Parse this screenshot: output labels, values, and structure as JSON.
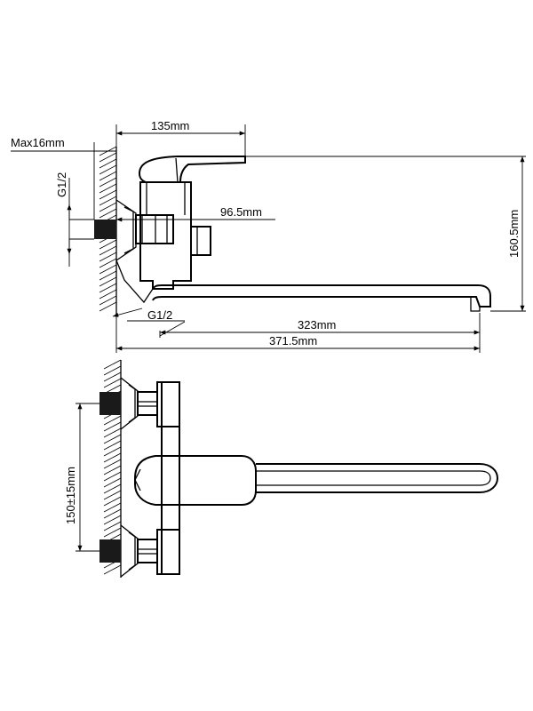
{
  "dimensions": {
    "width_135": "135mm",
    "max_16": "Max16mm",
    "g12_left": "G1/2",
    "g12_bottom": "G1/2",
    "d_96_5": "96.5mm",
    "d_160_5": "160.5mm",
    "d_323": "323mm",
    "d_371_5": "371.5mm",
    "d_150": "150±15mm"
  }
}
